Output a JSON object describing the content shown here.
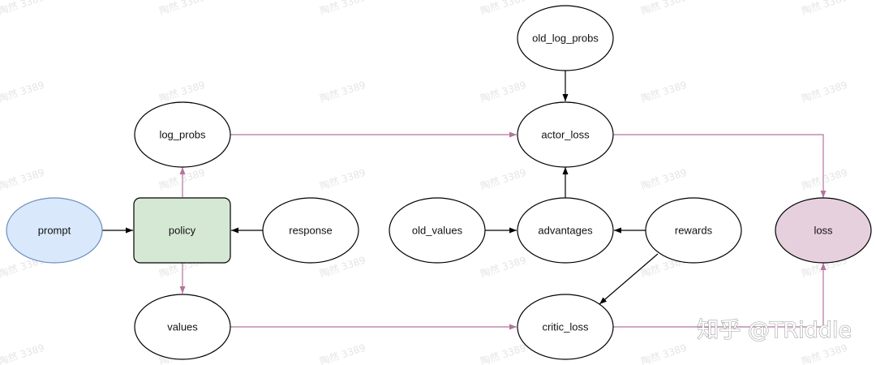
{
  "nodes": {
    "prompt": {
      "label": "prompt",
      "fill": "#dae8fc",
      "stroke": "#6c8ebf"
    },
    "policy": {
      "label": "policy",
      "fill": "#d5e8d4",
      "stroke": "#000000"
    },
    "response": {
      "label": "response"
    },
    "log_probs": {
      "label": "log_probs"
    },
    "values": {
      "label": "values"
    },
    "old_log_probs": {
      "label": "old_log_probs"
    },
    "actor_loss": {
      "label": "actor_loss"
    },
    "old_values": {
      "label": "old_values"
    },
    "advantages": {
      "label": "advantages"
    },
    "rewards": {
      "label": "rewards"
    },
    "critic_loss": {
      "label": "critic_loss"
    },
    "loss": {
      "label": "loss",
      "fill": "#e6d0de",
      "stroke": "#000000"
    }
  },
  "edges": [
    {
      "from": "prompt",
      "to": "policy",
      "color": "#000000"
    },
    {
      "from": "response",
      "to": "policy",
      "color": "#000000"
    },
    {
      "from": "policy",
      "to": "log_probs",
      "color": "#b5739d"
    },
    {
      "from": "policy",
      "to": "values",
      "color": "#b5739d"
    },
    {
      "from": "log_probs",
      "to": "actor_loss",
      "color": "#b5739d"
    },
    {
      "from": "values",
      "to": "critic_loss",
      "color": "#b5739d"
    },
    {
      "from": "old_log_probs",
      "to": "actor_loss",
      "color": "#000000"
    },
    {
      "from": "advantages",
      "to": "actor_loss",
      "color": "#000000"
    },
    {
      "from": "old_values",
      "to": "advantages",
      "color": "#000000"
    },
    {
      "from": "rewards",
      "to": "advantages",
      "color": "#000000"
    },
    {
      "from": "rewards",
      "to": "critic_loss",
      "color": "#000000"
    },
    {
      "from": "actor_loss",
      "to": "loss",
      "color": "#b5739d"
    },
    {
      "from": "critic_loss",
      "to": "loss",
      "color": "#b5739d"
    }
  ],
  "watermark": {
    "text": "陶然 3389"
  },
  "brand": {
    "text": "知乎 @TRiddle"
  }
}
